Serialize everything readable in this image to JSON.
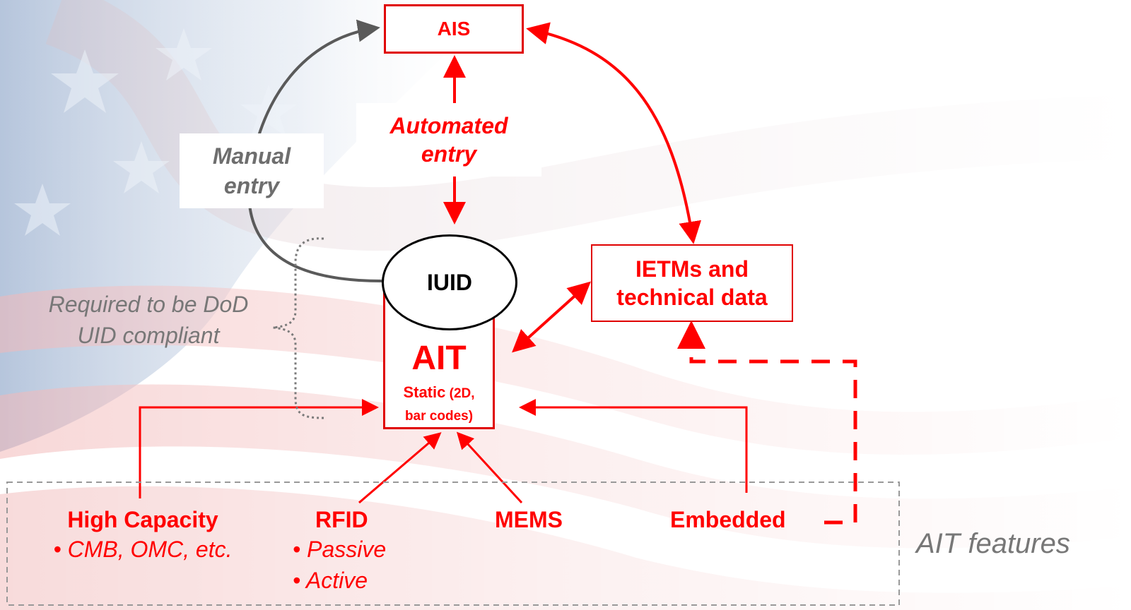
{
  "nodes": {
    "ais": "AIS",
    "automated_entry": [
      "Automated",
      "entry"
    ],
    "manual_entry": [
      "Manual",
      "entry"
    ],
    "iuid": "IUID",
    "ietms": [
      "IETMs and",
      "technical data"
    ],
    "ait": {
      "title": "AIT",
      "static_label": "Static",
      "static_detail_1": " (2D,",
      "static_detail_2": "bar codes)"
    }
  },
  "annotation": [
    "Required to be DoD",
    "UID compliant"
  ],
  "features": {
    "high_capacity": {
      "title": "High Capacity",
      "items": [
        "• CMB, OMC, etc."
      ]
    },
    "rfid": {
      "title": "RFID",
      "items": [
        "• Passive",
        "• Active"
      ]
    },
    "mems": {
      "title": "MEMS",
      "items": []
    },
    "embedded": {
      "title": "Embedded",
      "items": []
    }
  },
  "features_label": "AIT features",
  "colors": {
    "accent_red": "#ff0000",
    "manual_grey": "#6e6e6e",
    "caption_grey": "#777777"
  }
}
